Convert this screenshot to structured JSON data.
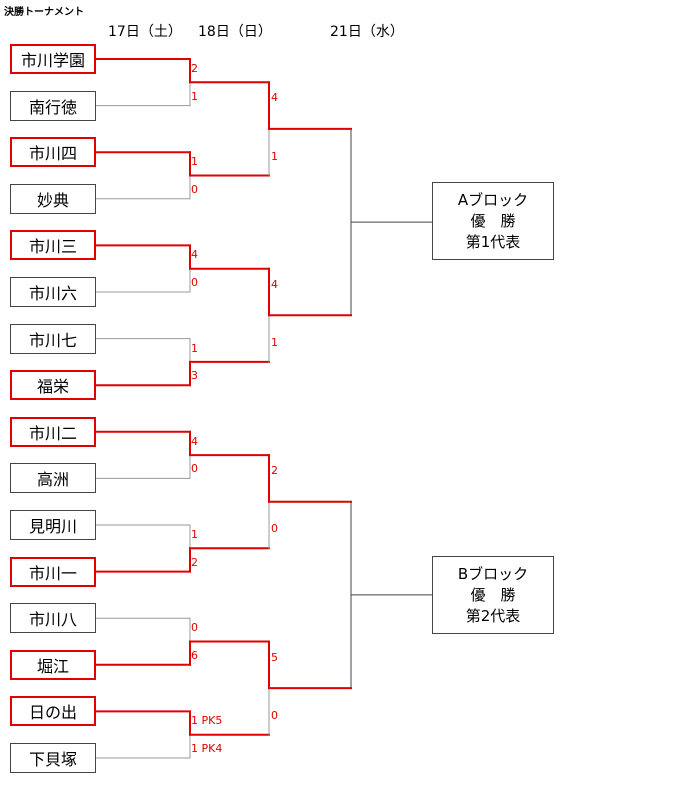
{
  "title": "決勝トーナメント",
  "dates": [
    "17日（土）",
    "18日（日）",
    "21日（水）"
  ],
  "colors": {
    "win": "#e00000",
    "lose": "#999999",
    "final": "#444444"
  },
  "teams": [
    {
      "name": "市川学園",
      "winner": true
    },
    {
      "name": "南行徳",
      "winner": false
    },
    {
      "name": "市川四",
      "winner": true
    },
    {
      "name": "妙典",
      "winner": false
    },
    {
      "name": "市川三",
      "winner": true
    },
    {
      "name": "市川六",
      "winner": false
    },
    {
      "name": "市川七",
      "winner": false
    },
    {
      "name": "福栄",
      "winner": true
    },
    {
      "name": "市川二",
      "winner": true
    },
    {
      "name": "高洲",
      "winner": false
    },
    {
      "name": "見明川",
      "winner": false
    },
    {
      "name": "市川一",
      "winner": true
    },
    {
      "name": "市川八",
      "winner": false
    },
    {
      "name": "堀江",
      "winner": true
    },
    {
      "name": "日の出",
      "winner": true
    },
    {
      "name": "下貝塚",
      "winner": false
    }
  ],
  "round1_scores": [
    "2",
    "1",
    "1",
    "0",
    "4",
    "0",
    "1",
    "3",
    "4",
    "0",
    "1",
    "2",
    "0",
    "6",
    "1 PK5",
    "1 PK4"
  ],
  "round2_scores": [
    "4",
    "1",
    "4",
    "1",
    "2",
    "0",
    "5",
    "0"
  ],
  "results": {
    "a": {
      "line1": "Aブロック",
      "line2": "優　勝",
      "line3": "第1代表"
    },
    "b": {
      "line1": "Bブロック",
      "line2": "優　勝",
      "line3": "第2代表"
    }
  }
}
